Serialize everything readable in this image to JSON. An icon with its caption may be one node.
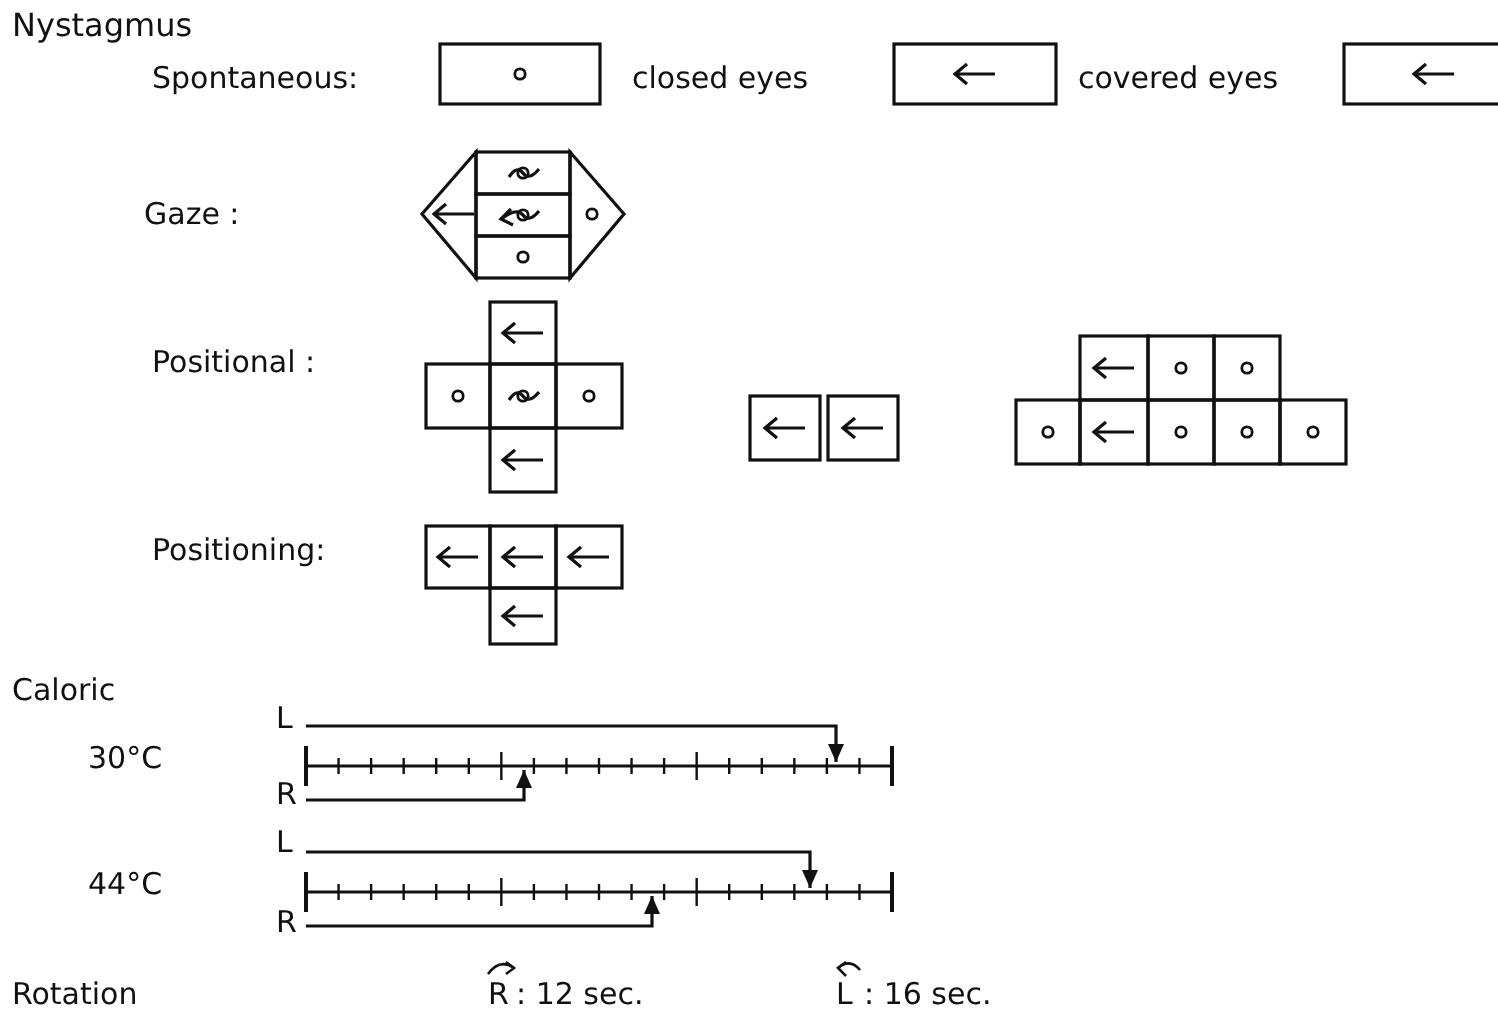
{
  "diagram": {
    "labels": [
      "Nystagmus",
      "Spontaneous:",
      "closed eyes",
      "covered eyes",
      "Gaze :",
      "Positional :",
      "Positioning:",
      "Caloric",
      "L",
      "30°C",
      "R",
      "L",
      "44°C",
      "R",
      "Rotation",
      "R",
      ": 12 sec.",
      "L",
      ": 16 sec."
    ]
  }
}
